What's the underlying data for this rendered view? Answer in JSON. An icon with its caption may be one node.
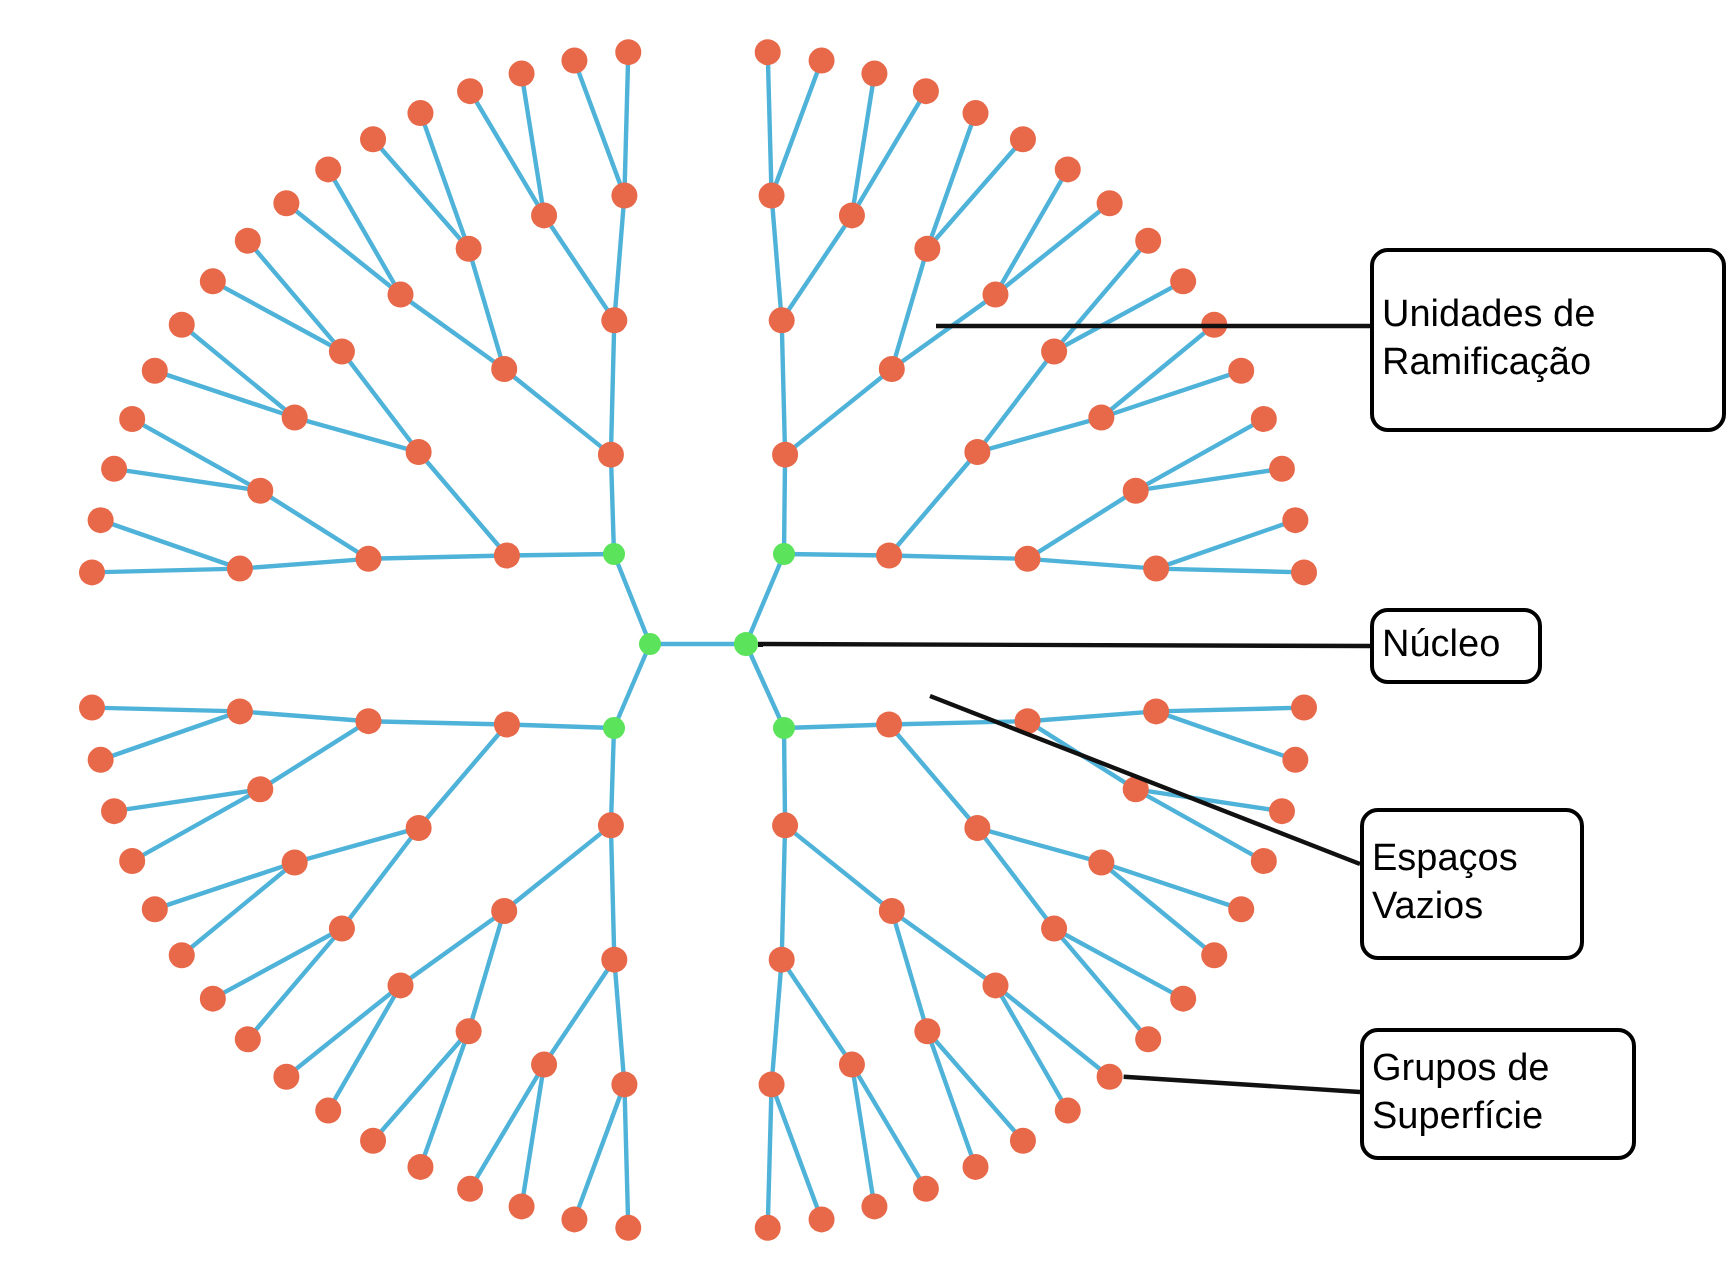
{
  "diagram": {
    "nodes": [
      {
        "text": [
          "Unidades de Ramificação"
        ]
      },
      {
        "text": [
          "Núcleo"
        ]
      },
      {
        "text": [
          "Espaços Vazios"
        ]
      },
      {
        "text": [
          "Grupos de Superfície"
        ]
      },
      {
        "text": [],
        "shape": "circle"
      }
    ],
    "edges": [
      {
        "from": 0,
        "to": null,
        "arrow": "none"
      },
      {
        "from": 1,
        "to": 4,
        "arrow": "none"
      },
      {
        "from": 2,
        "to": null,
        "arrow": "none"
      },
      {
        "from": 3,
        "to": null,
        "arrow": "none"
      }
    ]
  }
}
